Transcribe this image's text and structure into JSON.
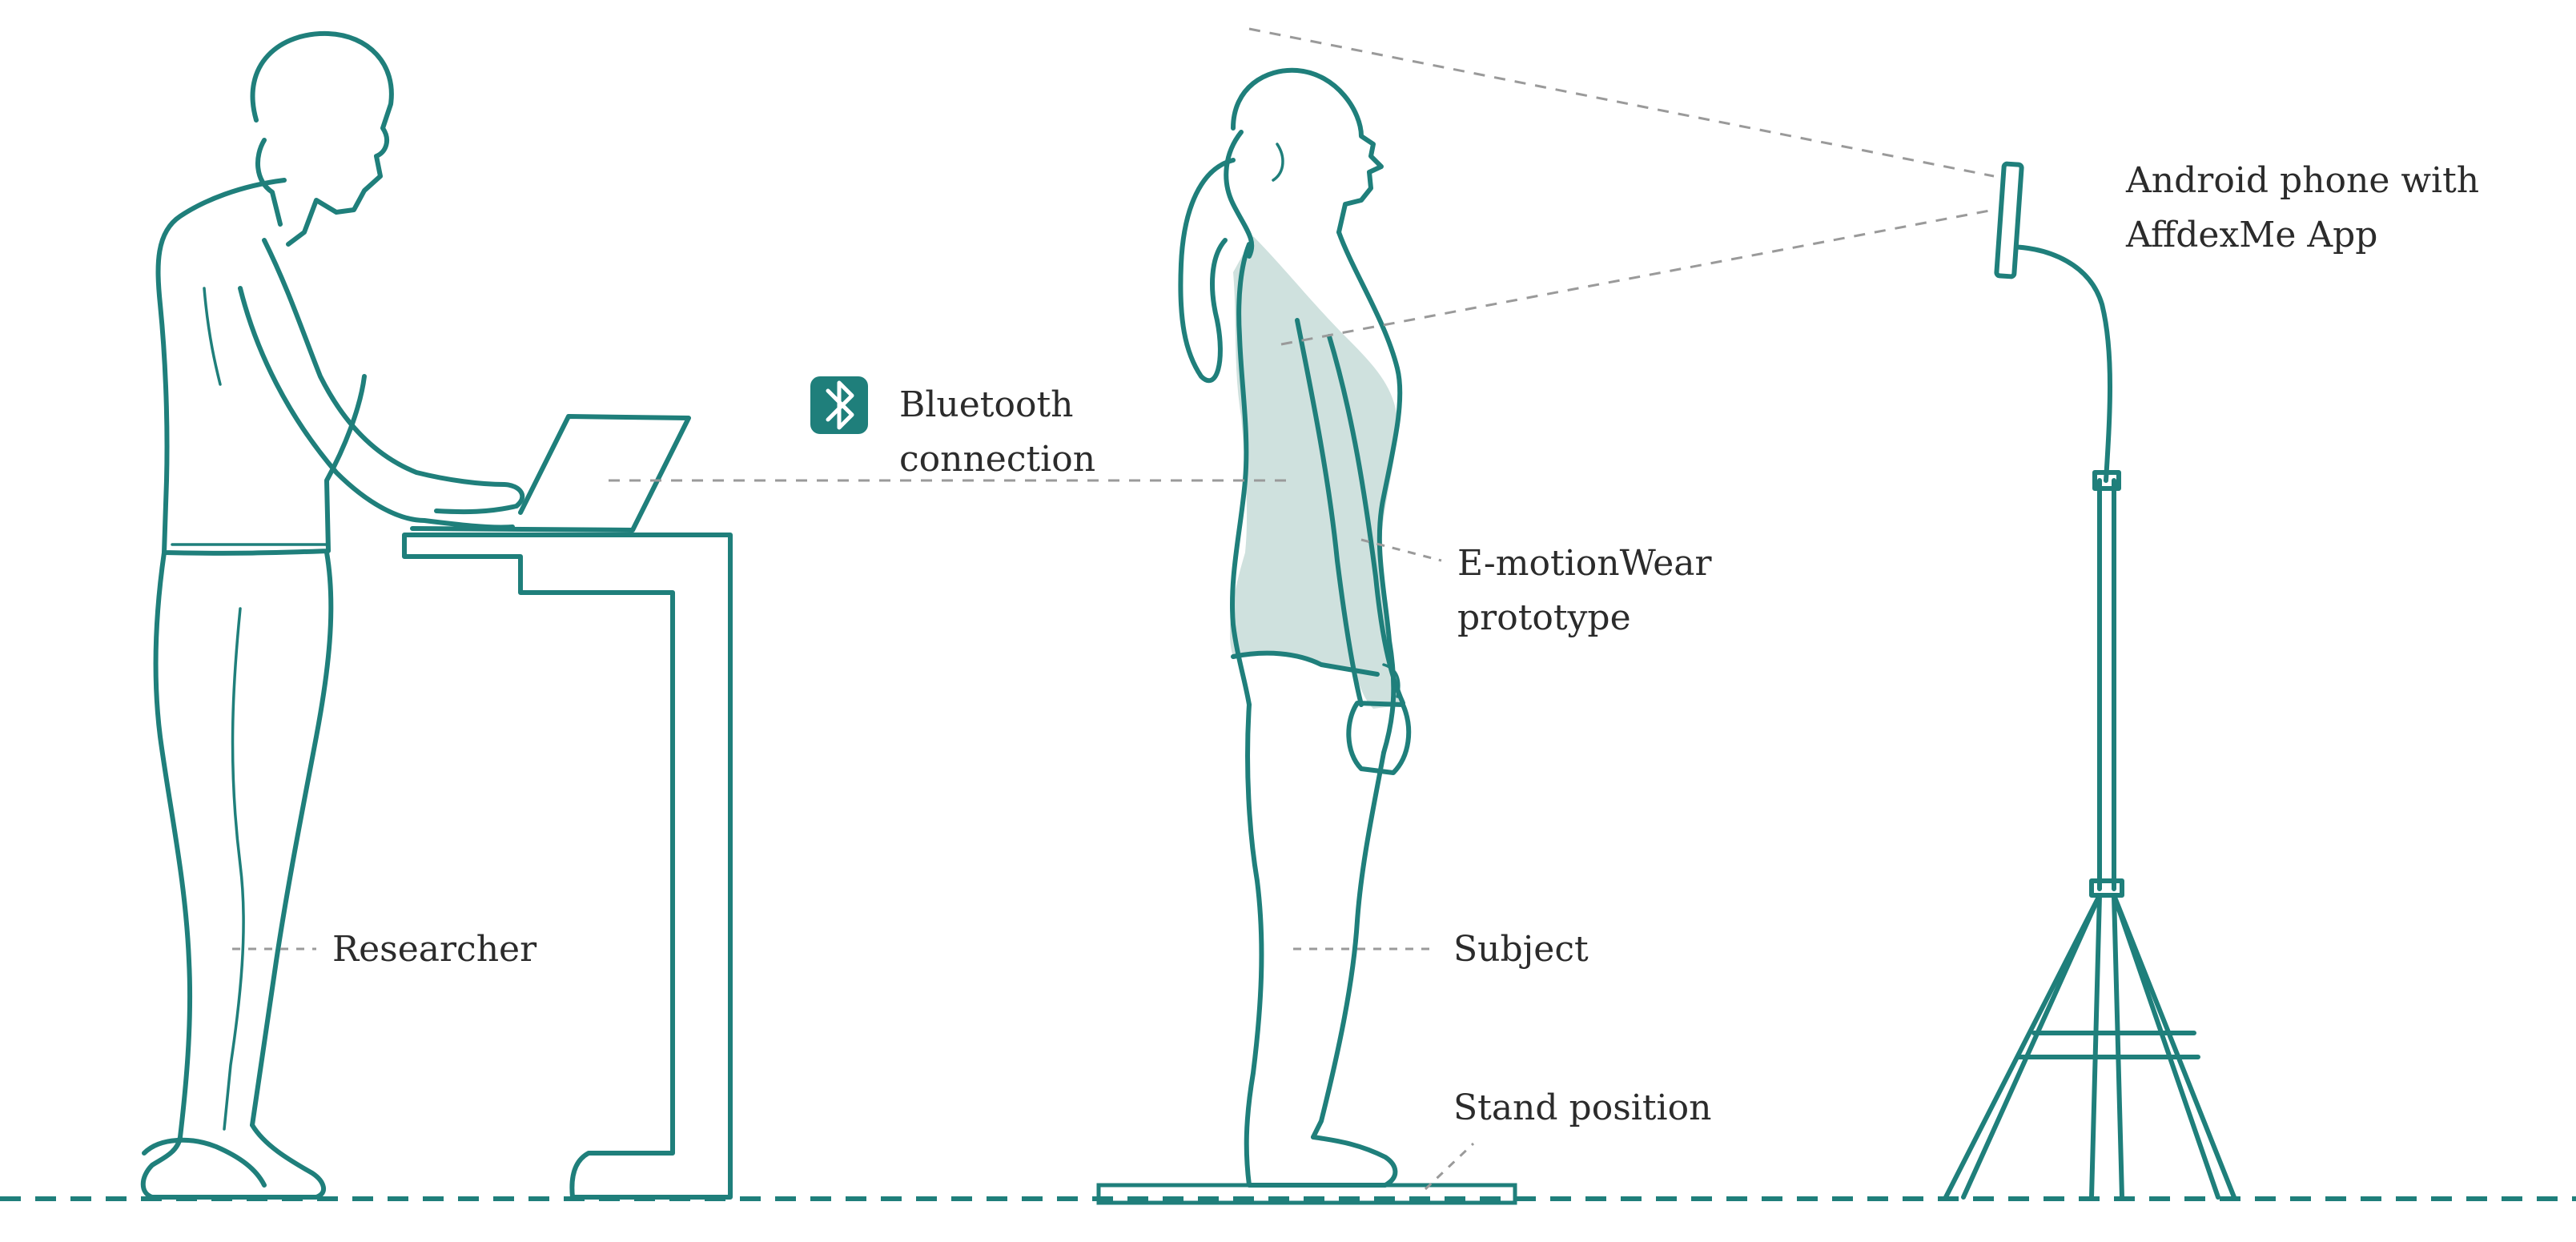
{
  "labels": {
    "researcher": "Researcher",
    "bluetooth_line1": "Bluetooth",
    "bluetooth_line2": "connection",
    "emotionwear_line1": "E-motionWear",
    "emotionwear_line2": "prototype",
    "subject": "Subject",
    "stand_position": "Stand position",
    "phone_line1": "Android phone with",
    "phone_line2": "AffdexMe App"
  },
  "colors": {
    "line": "#1f7f7b",
    "garment_fill": "#cfe1de",
    "dashed_guides": "#9a9a9a",
    "icon_bg": "#1f7f7b"
  },
  "icons": {
    "bluetooth": "bluetooth-icon"
  }
}
